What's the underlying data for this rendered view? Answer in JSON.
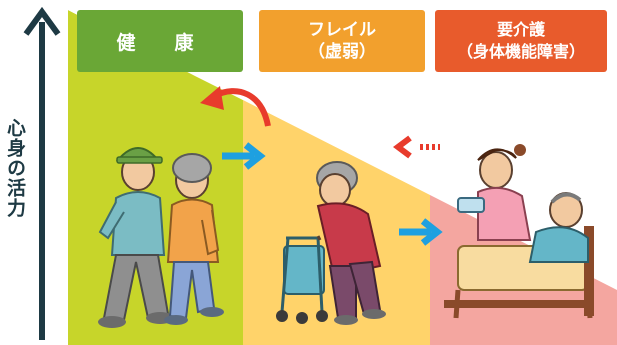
{
  "axis_label": "心身の活力",
  "stages": {
    "health": {
      "label": "健　康",
      "color": "#6aa736"
    },
    "frailty": {
      "line1": "フレイル",
      "line2": "（虚弱）",
      "color": "#f2a02d"
    },
    "care": {
      "line1": "要介護",
      "line2": "（身体機能障害）",
      "color": "#e85b2c"
    }
  },
  "colors": {
    "axis": "#1e3a44",
    "health_zone": "#c7d52a",
    "frailty_zone": "#ffd36a",
    "care_zone": "#f4a6a0",
    "forward_arrow": "#1ea0e0",
    "reverse_arrow": "#e83b2c"
  },
  "icons": [
    "vertical-arrow-icon",
    "forward-arrow-icon",
    "reverse-arrow-icon",
    "elderly-couple-walking",
    "elderly-woman-walker",
    "caregiver-with-patient-in-bed"
  ]
}
